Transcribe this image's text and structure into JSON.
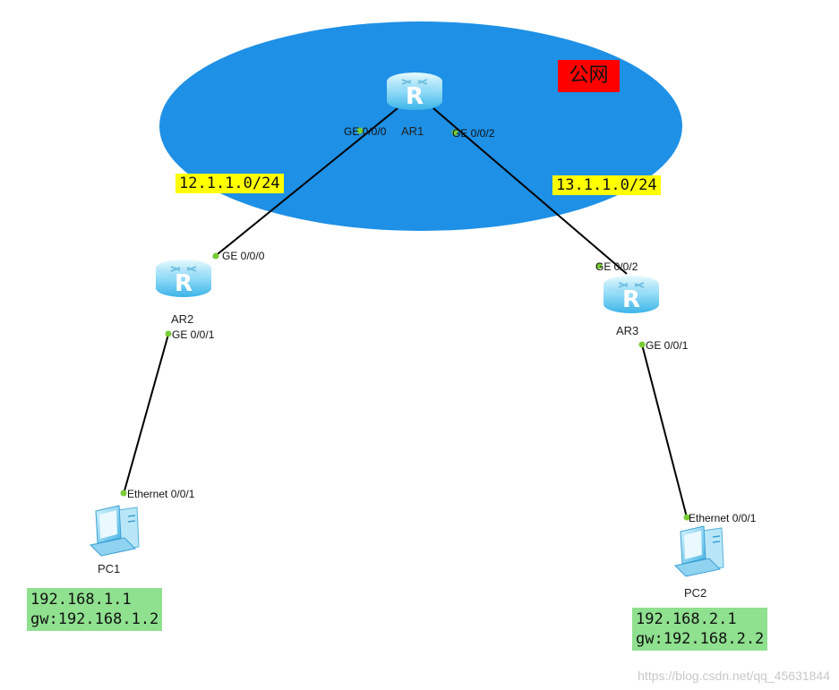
{
  "zone": {
    "label": "公网",
    "color": "#1e90e6",
    "label_bg": "#ff0000"
  },
  "subnets": {
    "left": "12.1.1.0/24",
    "right": "13.1.1.0/24"
  },
  "devices": {
    "ar1": {
      "name": "AR1"
    },
    "ar2": {
      "name": "AR2"
    },
    "ar3": {
      "name": "AR3"
    },
    "pc1": {
      "name": "PC1",
      "ip": "192.168.1.1",
      "gw": "gw:192.168.1.2"
    },
    "pc2": {
      "name": "PC2",
      "ip": "192.168.2.1",
      "gw": "gw:192.168.2.2"
    }
  },
  "interfaces": {
    "ar1_left": "GE 0/0/0",
    "ar1_right": "GE 0/0/2",
    "ar2_up": "GE 0/0/0",
    "ar2_down": "GE 0/0/1",
    "ar3_up": "GE 0/0/2",
    "ar3_down": "GE 0/0/1",
    "pc1_eth": "Ethernet 0/0/1",
    "pc2_eth": "Ethernet 0/0/1"
  },
  "watermark": "https://blog.csdn.net/qq_45631844"
}
